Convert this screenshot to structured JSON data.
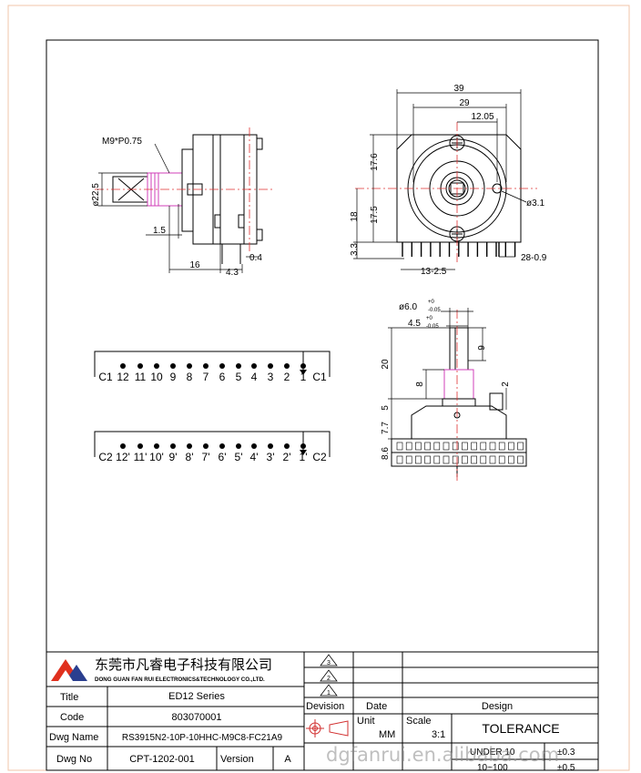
{
  "company": {
    "name_cn": "东莞市凡睿电子科技有限公司",
    "name_en": "DONG GUAN FAN RUI ELECTRONICS&TECHNOLOGY CO.,LTD."
  },
  "title_block": {
    "title_label": "Title",
    "title_value": "ED12 Series",
    "code_label": "Code",
    "code_value": "803070001",
    "dwg_name_label": "Dwg Name",
    "dwg_name_value": "RS3915N2-10P-10HHC-M9C8-FC21A9",
    "dwg_no_label": "Dwg No",
    "dwg_no_value": "CPT-1202-001",
    "version_label": "Version",
    "version_value": "A",
    "revision_label": "Devision",
    "date_label": "Date",
    "design_label": "Design",
    "unit_label": "Unit",
    "unit_value": "MM",
    "scale_label": "Scale",
    "scale_value": "3:1",
    "tolerance_label": "TOLERANCE",
    "under10_label": "UNDER 10",
    "under10_value": "±0.3",
    "range_label": "10~100",
    "range_value": "±0.5",
    "rev_marks": [
      "3",
      "2",
      "1"
    ]
  },
  "watermark": "dgfanrui.en.alibaba.com",
  "side_view": {
    "thread_label": "M9*P0.75",
    "dim_dia": "ø22.5",
    "dim_15": "1.5",
    "dim_16": "16",
    "dim_43": "4.3",
    "dim_04": "0.4"
  },
  "front_view": {
    "dim_39": "39",
    "dim_29": "29",
    "dim_1205": "12.05",
    "dim_176": "17.6",
    "dim_18": "18",
    "dim_175": "17.5",
    "dim_33": "3.3",
    "dim_31": "ø3.1",
    "dim_1325": "13-2.5",
    "dim_2809": "28-0.9"
  },
  "shaft_view": {
    "dim_d6": "ø6.0",
    "dim_d6_tol_top": "+0",
    "dim_d6_tol_bot": "-0.05",
    "dim_45": "4.5",
    "dim_45_tol_top": "+0",
    "dim_45_tol_bot": "-0.05",
    "dim_9": "9",
    "dim_20": "20",
    "dim_8": "8",
    "dim_2": "2",
    "dim_5": "5",
    "dim_77": "7.7",
    "dim_86": "8.6"
  },
  "schematic": {
    "row1_labels": [
      "C1",
      "12",
      "11",
      "10",
      "9",
      "8",
      "7",
      "6",
      "5",
      "4",
      "3",
      "2",
      "1",
      "C1"
    ],
    "row2_labels": [
      "C2",
      "12'",
      "11'",
      "10'",
      "9'",
      "8'",
      "7'",
      "6'",
      "5'",
      "4'",
      "3'",
      "2'",
      "1'",
      "C2"
    ]
  }
}
